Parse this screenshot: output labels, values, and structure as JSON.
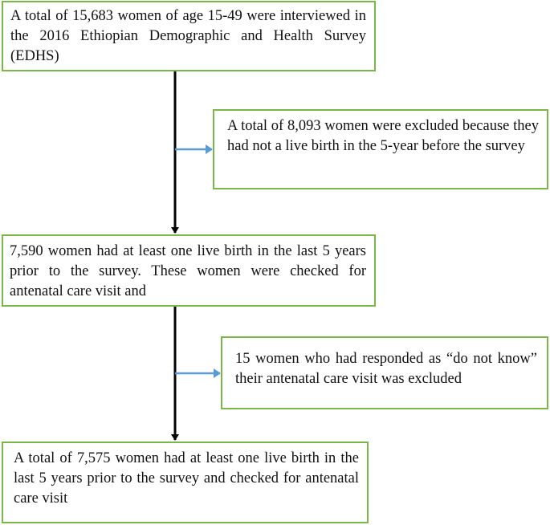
{
  "flowchart": {
    "boxes": [
      {
        "id": "box-1",
        "text": "A total of 15,683 women of age 15-49 were interviewed in the 2016 Ethiopian Demographic and Health Survey (EDHS)"
      },
      {
        "id": "box-2",
        "text": "A total of 8,093 women were excluded because they had not a live birth in the 5-year before the survey"
      },
      {
        "id": "box-3",
        "text": "7,590 women had at least one live birth in the last 5 years prior to the survey. These women were checked for antenatal care visit and"
      },
      {
        "id": "box-4",
        "text": "15 women who had responded as “do not know” their antenatal care visit was excluded"
      },
      {
        "id": "box-5",
        "text": "A total of 7,575 women had at least one live birth in the last 5 years prior to the survey and checked for antenatal care visit"
      }
    ],
    "colors": {
      "box_border": "#7ab648",
      "main_arrow": "#000000",
      "exclusion_arrow": "#5b9bd5"
    }
  }
}
